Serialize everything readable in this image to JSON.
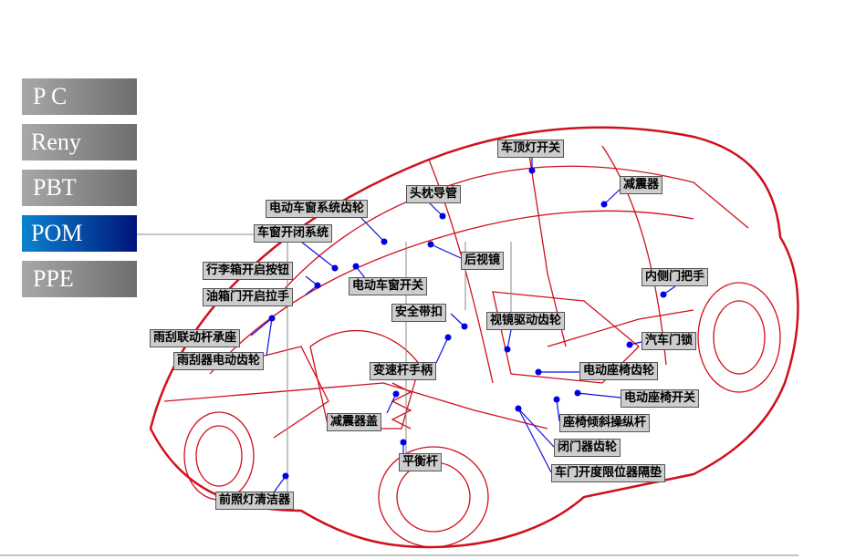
{
  "materials": [
    {
      "label": "P  C"
    },
    {
      "label": "Reny"
    },
    {
      "label": "PBT"
    },
    {
      "label": "POM",
      "active": true
    },
    {
      "label": "PPE"
    }
  ],
  "parts": [
    "车顶灯开关",
    "减震器",
    "头枕导管",
    "电动车窗系统齿轮",
    "车窗开闭系统",
    "后视镜",
    "行李箱开启按钮",
    "电动车窗开关",
    "油箱门开启拉手",
    "内侧门把手",
    "安全带扣",
    "视镜驱动齿轮",
    "雨刮联动杆承座",
    "汽车门锁",
    "雨刮器电动齿轮",
    "变速杆手柄",
    "电动座椅齿轮",
    "电动座椅开关",
    "减震器盖",
    "座椅倾斜操纵杆",
    "闭门器齿轮",
    "平衡杆",
    "车门开度限位器隔垫",
    "前照灯清洁器"
  ],
  "colors": {
    "active": "#00147a",
    "car": "#d0101c",
    "dot": "#0000e0"
  }
}
